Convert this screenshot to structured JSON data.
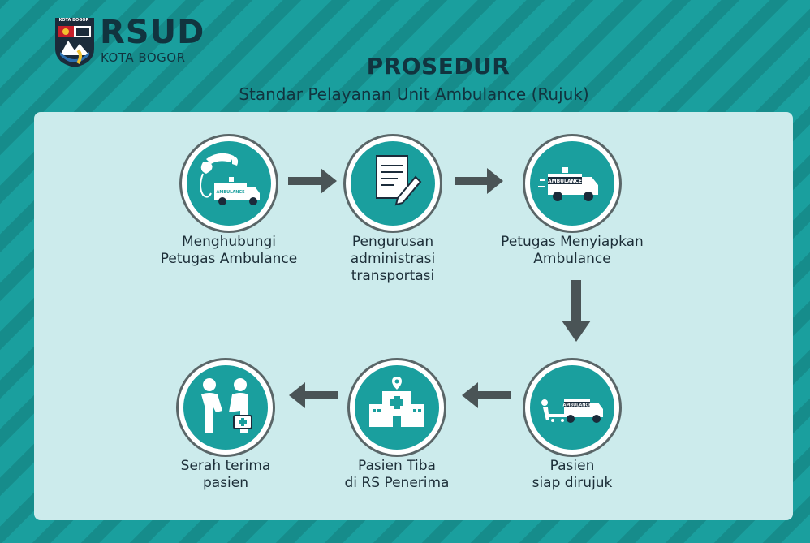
{
  "logo": {
    "tag": "KOTA BOGOR",
    "name": "RSUD",
    "city": "KOTA BOGOR"
  },
  "title": "PROSEDUR",
  "subtitle": "Standar Pelayanan Unit Ambulance (Rujuk)",
  "colors": {
    "background": "#1a9f9e",
    "panel": "#ccebec",
    "circle": "#1a9f9e",
    "arrow": "#4a5456",
    "text": "#1c2e38"
  },
  "steps": [
    {
      "icon": "phone-ambulance-icon",
      "van_text": "AMBULANCE",
      "label_lines": [
        "Menghubungi",
        "Petugas Ambulance"
      ]
    },
    {
      "icon": "document-pen-icon",
      "label_lines": [
        "Pengurusan",
        "administrasi",
        "transportasi"
      ]
    },
    {
      "icon": "ambulance-icon",
      "van_text": "AMBULANCE",
      "label_lines": [
        "Petugas Menyiapkan",
        "Ambulance"
      ]
    },
    {
      "icon": "patient-stretcher-ambulance-icon",
      "van_text": "AMBULANCE",
      "label_lines": [
        "Pasien",
        "siap dirujuk"
      ]
    },
    {
      "icon": "hospital-building-icon",
      "label_lines": [
        "Pasien Tiba",
        "di RS Penerima"
      ]
    },
    {
      "icon": "handover-medical-kit-icon",
      "label_lines": [
        "Serah terima",
        "pasien"
      ]
    }
  ]
}
